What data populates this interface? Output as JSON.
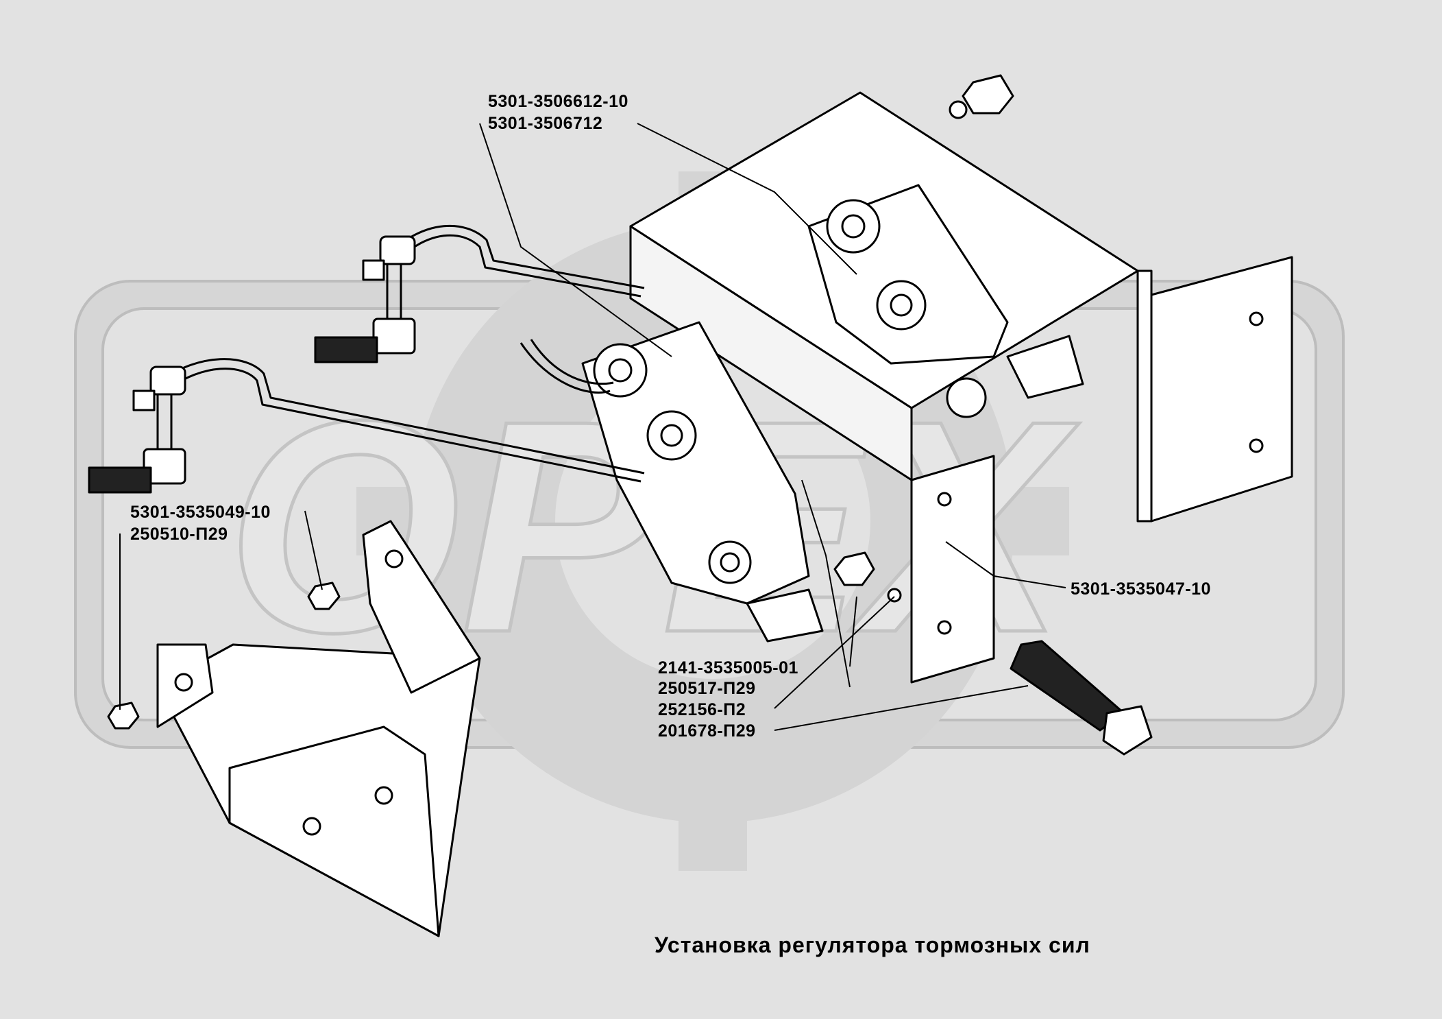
{
  "caption": "Установка регулятора тормозных сил",
  "watermark": "ОРЕХ",
  "colors": {
    "background": "#e2e2e2",
    "line": "#000000",
    "part_fill": "#ffffff",
    "watermark": "#cfcfcf"
  },
  "part_labels": [
    {
      "id": "p1",
      "text": "5301-3506612-10"
    },
    {
      "id": "p2",
      "text": "5301-3506712"
    },
    {
      "id": "p3",
      "text": "5301-3535049-10"
    },
    {
      "id": "p4",
      "text": "250510-П29"
    },
    {
      "id": "p5",
      "text": "5301-3535047-10"
    },
    {
      "id": "p6",
      "text": "2141-3535005-01"
    },
    {
      "id": "p7",
      "text": "250517-П29"
    },
    {
      "id": "p8",
      "text": "252156-П2"
    },
    {
      "id": "p9",
      "text": "201678-П29"
    }
  ]
}
